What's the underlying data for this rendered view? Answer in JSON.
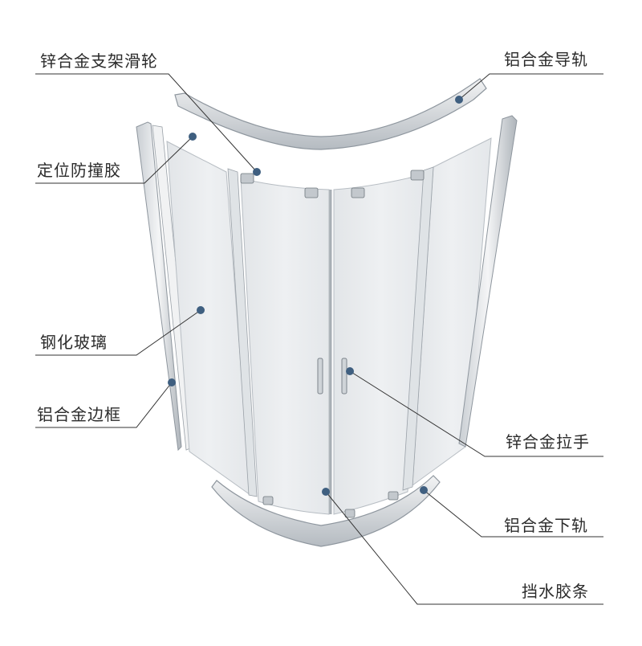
{
  "labels": {
    "zinc_bracket_pulley": "锌合金支架滑轮",
    "positioning_bumper": "定位防撞胶",
    "tempered_glass": "钢化玻璃",
    "aluminum_frame": "铝合金边框",
    "aluminum_top_rail": "铝合金导轨",
    "zinc_handle": "锌合金拉手",
    "aluminum_bottom_rail": "铝合金下轨",
    "water_seal_strip": "挡水胶条"
  },
  "colors": {
    "callout_dot": "#3f5f80",
    "leader_line": "#333333",
    "glass": "#e9ecef",
    "metal": "#d4d8dc",
    "metal_edge": "#8e969e"
  }
}
